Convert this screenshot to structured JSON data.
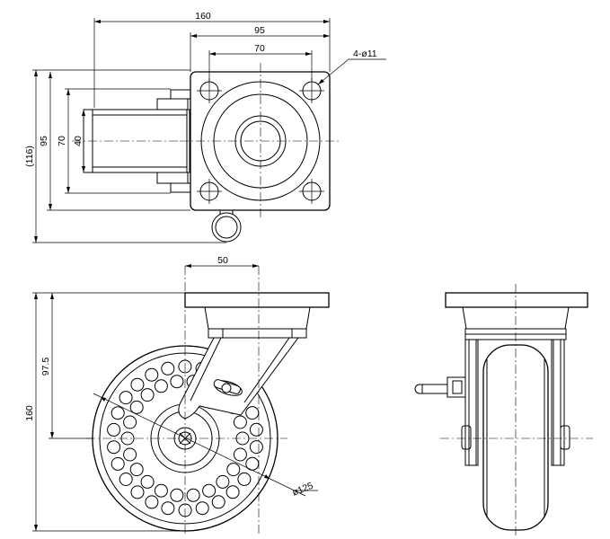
{
  "top_view": {
    "dim_overall_width": "160",
    "dim_plate_width": "95",
    "dim_hole_pitch_x": "70",
    "dim_holes": "4-ø11",
    "dim_total_height": "(116)",
    "dim_plate_height": "95",
    "dim_hole_pitch_y": "70",
    "dim_wheel_width": "40"
  },
  "side_view": {
    "dim_offset": "50",
    "dim_axle_height": "97.5",
    "dim_total_height": "160",
    "dim_wheel_diameter": "ø125"
  }
}
